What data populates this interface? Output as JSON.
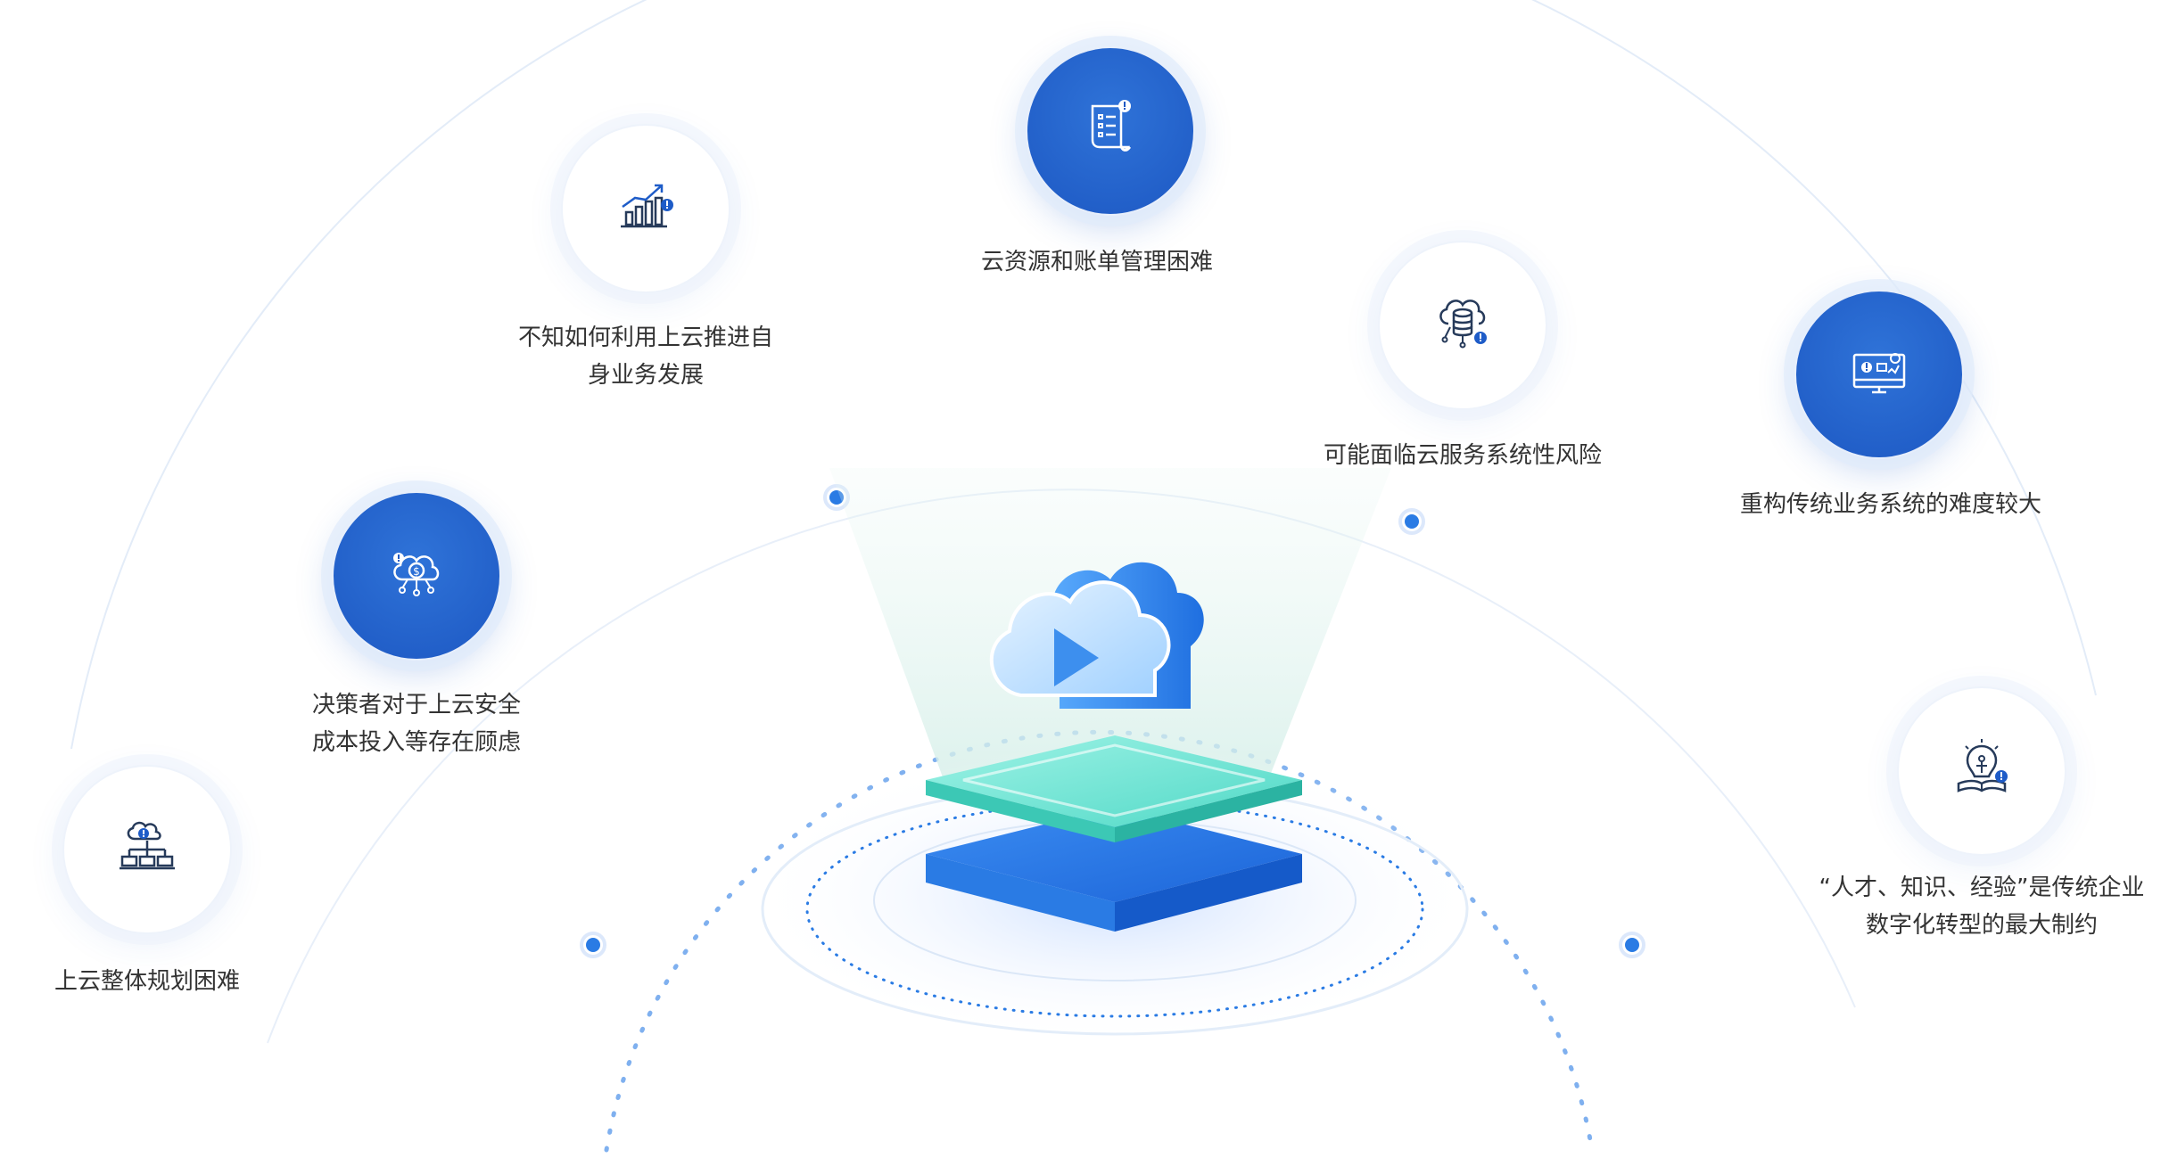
{
  "colors": {
    "primary": "#1e5cc8",
    "accent": "#2a7be4",
    "text": "#333333",
    "teal": "#34d3c0"
  },
  "center": {
    "icon": "cloud-play-icon"
  },
  "challenges": [
    {
      "id": "overall-planning",
      "lines": [
        "上云整体规划困难"
      ],
      "icon": "cloud-network-icon",
      "style": "light"
    },
    {
      "id": "security-cost",
      "lines": [
        "决策者对于上云安全",
        "成本投入等存在顾虑"
      ],
      "icon": "cloud-cost-icon",
      "style": "dark"
    },
    {
      "id": "business-growth",
      "lines": [
        "不知如何利用上云推进自",
        "身业务发展"
      ],
      "icon": "growth-chart-icon",
      "style": "light"
    },
    {
      "id": "billing-management",
      "lines": [
        "云资源和账单管理困难"
      ],
      "icon": "document-list-icon",
      "style": "dark"
    },
    {
      "id": "service-risk",
      "lines": [
        "可能面临云服务系统性风险"
      ],
      "icon": "cloud-database-icon",
      "style": "light"
    },
    {
      "id": "legacy-rebuild",
      "lines": [
        "重构传统业务系统的难度较大"
      ],
      "icon": "monitor-settings-icon",
      "style": "dark"
    },
    {
      "id": "talent-knowledge",
      "lines": [
        "“人才、知识、经验”是传统企业",
        "数字化转型的最大制约"
      ],
      "icon": "lightbulb-book-icon",
      "style": "light"
    }
  ]
}
